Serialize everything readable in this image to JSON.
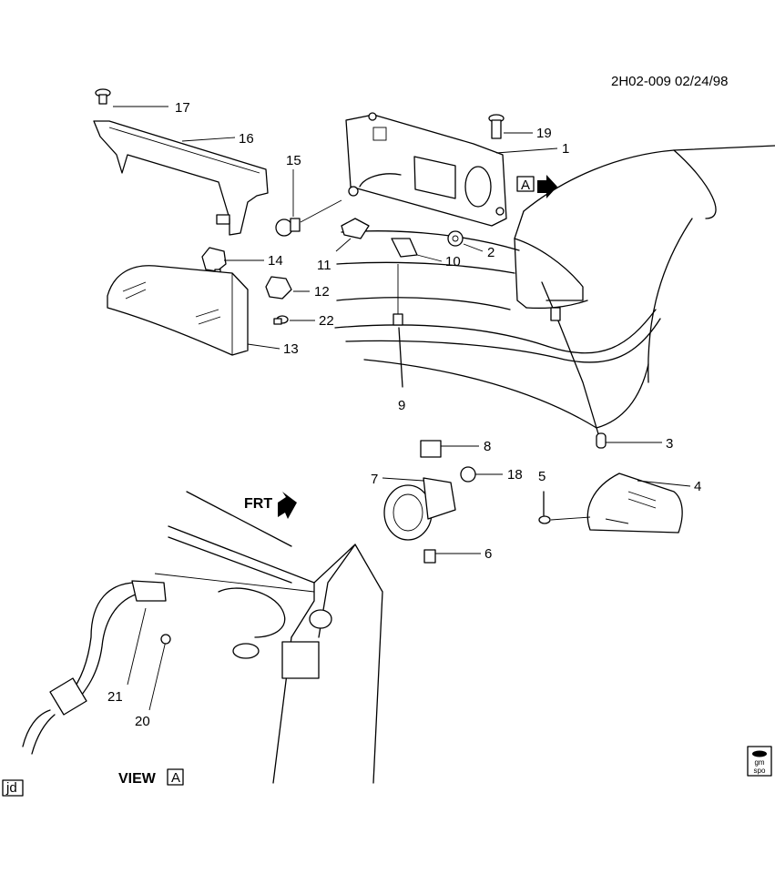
{
  "header": {
    "drawing_code": "2H02-009 02/24/98"
  },
  "callouts": [
    {
      "id": "17",
      "text": "17"
    },
    {
      "id": "16",
      "text": "16"
    },
    {
      "id": "19",
      "text": "19"
    },
    {
      "id": "1",
      "text": "1"
    },
    {
      "id": "15",
      "text": "15"
    },
    {
      "id": "2",
      "text": "2"
    },
    {
      "id": "11",
      "text": "11"
    },
    {
      "id": "10",
      "text": "10"
    },
    {
      "id": "14",
      "text": "14"
    },
    {
      "id": "12",
      "text": "12"
    },
    {
      "id": "22",
      "text": "22"
    },
    {
      "id": "13",
      "text": "13"
    },
    {
      "id": "9",
      "text": "9"
    },
    {
      "id": "3",
      "text": "3"
    },
    {
      "id": "8",
      "text": "8"
    },
    {
      "id": "7",
      "text": "7"
    },
    {
      "id": "18",
      "text": "18"
    },
    {
      "id": "5",
      "text": "5"
    },
    {
      "id": "4",
      "text": "4"
    },
    {
      "id": "6",
      "text": "6"
    },
    {
      "id": "21",
      "text": "21"
    },
    {
      "id": "20",
      "text": "20"
    }
  ],
  "view_marker": {
    "letter": "A"
  },
  "frt_label": "FRT",
  "view_label": {
    "text": "VIEW",
    "letter": "A"
  },
  "artist_initials": "jd",
  "logo": {
    "line1": "gm",
    "line2": "spo"
  },
  "colors": {
    "ink": "#000000",
    "paper": "#ffffff"
  }
}
